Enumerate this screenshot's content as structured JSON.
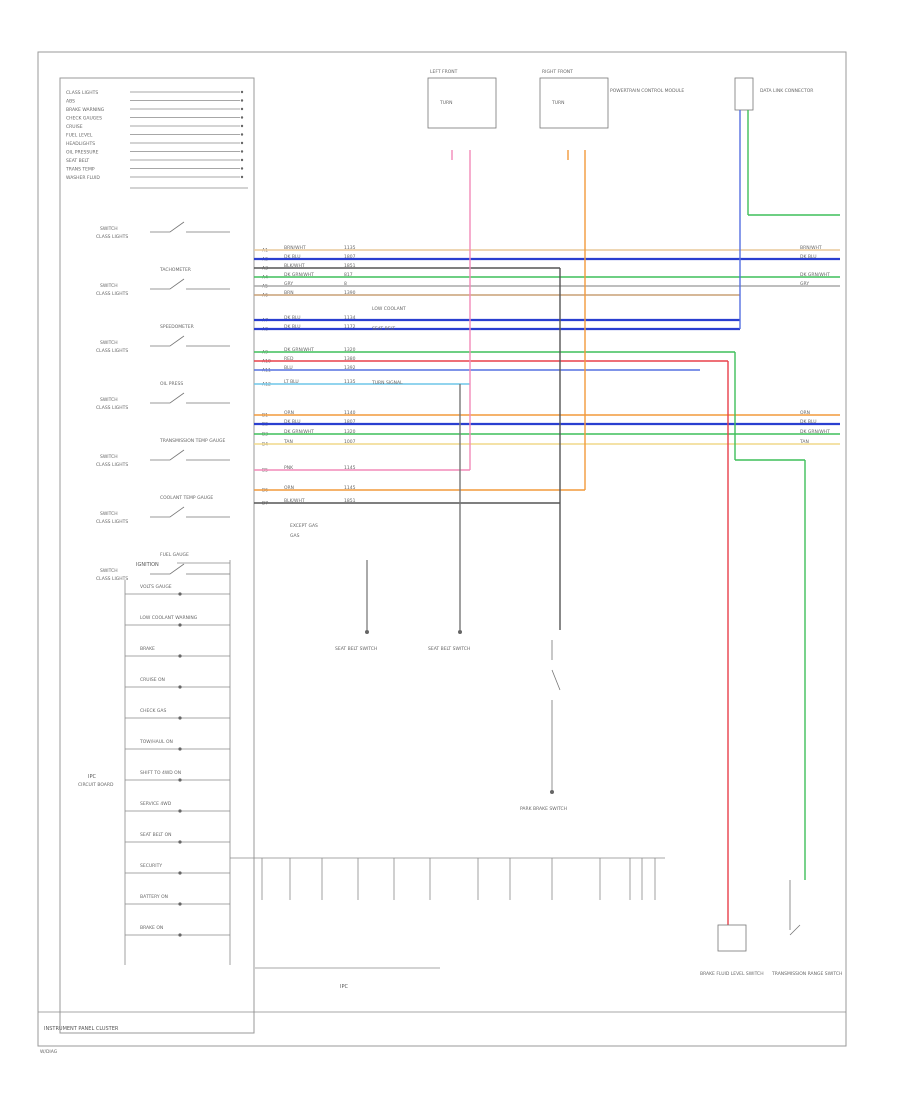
{
  "title_left": "INSTRUMENT PANEL CLUSTER",
  "footer_code": "W/DIAG",
  "top_inputs": [
    "CLASS LIGHTS",
    "ABS",
    "BRAKE WARNING",
    "CHECK GAUGES",
    "CRUISE",
    "FUEL LEVEL",
    "HEADLIGHTS",
    "OIL PRESSURE",
    "SEAT BELT",
    "TRANS TEMP",
    "WASHER FLUID"
  ],
  "left_switches": [
    {
      "top": "",
      "a": "SWITCH",
      "b": "CLASS LIGHTS"
    },
    {
      "top": "TACHOMETER",
      "a": "SWITCH",
      "b": "CLASS LIGHTS"
    },
    {
      "top": "SPEEDOMETER",
      "a": "SWITCH",
      "b": "CLASS LIGHTS"
    },
    {
      "top": "OIL PRESS",
      "a": "SWITCH",
      "b": "CLASS LIGHTS"
    },
    {
      "top": "TRANSMISSION TEMP GAUGE",
      "a": "SWITCH",
      "b": "CLASS LIGHTS"
    },
    {
      "top": "COOLANT TEMP GAUGE",
      "a": "SWITCH",
      "b": "CLASS LIGHTS"
    },
    {
      "top": "FUEL GAUGE",
      "a": "SWITCH",
      "b": "CLASS LIGHTS"
    }
  ],
  "ignition_label": "IGNITION",
  "ipc_items": [
    "VOLTS GAUGE",
    "LOW COOLANT WARNING",
    "BRAKE",
    "CRUISE ON",
    "CHECK GAS",
    "TOW/HAUL ON",
    "SHIFT TO 4WD ON",
    "SERVICE 4WD",
    "SEAT BELT ON",
    "SECURITY",
    "BATTERY ON",
    "BRAKE ON"
  ],
  "ipc_block_label": "IPC",
  "ipc_block_sub": "CIRCUIT BOARD",
  "top_components": [
    {
      "label": "LEFT FRONT",
      "sub": "TURN"
    },
    {
      "label": "RIGHT FRONT",
      "sub": "TURN"
    }
  ],
  "top_right_label": "DATA LINK CONNECTOR",
  "top_right_sub": "POWERTRAIN CONTROL MODULE",
  "wires": [
    {
      "pin": "A1",
      "color": "BRN/WHT",
      "num": "1135",
      "right": "BRN/WHT"
    },
    {
      "pin": "A2",
      "color": "DK BLU",
      "num": "1807",
      "right": "DK BLU"
    },
    {
      "pin": "A3",
      "color": "BLK/WHT",
      "num": "1851",
      "right": ""
    },
    {
      "pin": "A4",
      "color": "DK GRN/WHT",
      "num": "817",
      "right": "DK GRN/WHT"
    },
    {
      "pin": "A5",
      "color": "GRY",
      "num": "8",
      "right": "GRY"
    },
    {
      "pin": "A6",
      "color": "BRN",
      "num": "1390",
      "right": ""
    },
    {
      "pin": "A7",
      "color": "DK BLU",
      "num": "1134",
      "right": ""
    },
    {
      "pin": "A8",
      "color": "DK BLU",
      "num": "1172",
      "right": ""
    },
    {
      "pin": "A9",
      "color": "DK GRN/WHT",
      "num": "1320",
      "right": ""
    },
    {
      "pin": "A10",
      "color": "RED",
      "num": "1380",
      "right": ""
    },
    {
      "pin": "A11",
      "color": "BLU",
      "num": "1392",
      "right": ""
    },
    {
      "pin": "A12",
      "color": "LT BLU",
      "num": "1135",
      "right": ""
    },
    {
      "pin": "B1",
      "color": "ORN",
      "num": "1140",
      "right": "ORN"
    },
    {
      "pin": "B2",
      "color": "DK BLU",
      "num": "1807",
      "right": "DK BLU"
    },
    {
      "pin": "B3",
      "color": "DK GRN/WHT",
      "num": "1320",
      "right": "DK GRN/WHT"
    },
    {
      "pin": "B4",
      "color": "TAN",
      "num": "1007",
      "right": "TAN"
    },
    {
      "pin": "B5",
      "color": "PNK",
      "num": "1145",
      "right": ""
    },
    {
      "pin": "B6",
      "color": "ORN",
      "num": "1145",
      "right": ""
    },
    {
      "pin": "B7",
      "color": "BLK/WHT",
      "num": "1851",
      "right": ""
    }
  ],
  "mid_notes": [
    "LOW COOLANT",
    "SEAT BELT",
    "TURN SIGNAL"
  ],
  "splice_notes": [
    "EXCEPT GAS",
    "GAS"
  ],
  "lower_components": [
    {
      "label": "SEAT BELT SWITCH"
    },
    {
      "label": "SEAT BELT SWITCH"
    },
    {
      "label": "PARK BRAKE SWITCH"
    }
  ],
  "right_components": [
    {
      "label": "BRAKE FLUID LEVEL SWITCH"
    },
    {
      "label": "TRANSMISSION RANGE SWITCH"
    }
  ],
  "bottom_cluster_block": "IPC"
}
